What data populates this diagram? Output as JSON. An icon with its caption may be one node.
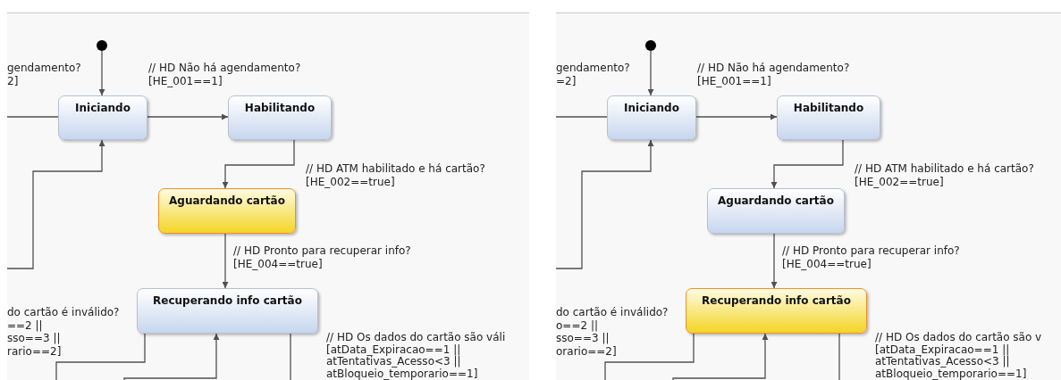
{
  "diagram": {
    "nodes": [
      {
        "text": [],
        "shape": "box"
      },
      {
        "text": [],
        "shape": "circle",
        "in": 0
      },
      {
        "text": [
          "Iniciando"
        ],
        "in": 0
      },
      {
        "text": [
          "Habilitando"
        ],
        "in": 0
      },
      {
        "text": [
          "Aguardando cartão"
        ],
        "in": 0
      },
      {
        "text": [
          "Recuperando info cartão"
        ],
        "in": 0
      },
      {
        "text": [],
        "shape": "box"
      },
      {
        "text": [],
        "shape": "circle",
        "in": 6
      },
      {
        "text": [
          "Iniciando"
        ],
        "in": 6
      },
      {
        "text": [
          "Habilitando"
        ],
        "in": 6
      },
      {
        "text": [
          "Aguardando cartão"
        ],
        "in": 6
      },
      {
        "text": [
          "Recuperando info cartão"
        ],
        "in": 6
      }
    ],
    "edges": [
      {
        "from": 1,
        "to": 2,
        "arrow": "to"
      },
      {
        "from": 2,
        "to": 3,
        "arrow": "to",
        "label": "// HD Não há agendamento? [HE_001==1]"
      },
      {
        "from": 3,
        "to": 4,
        "arrow": "to",
        "label": "// HD ATM habilitado e há cartão? [HE_002==true]"
      },
      {
        "from": 4,
        "to": 5,
        "arrow": "to",
        "label": "// HD Pronto para recuperar info? [HE_004==true]"
      },
      {
        "from": 2,
        "to": null,
        "arrow": "none",
        "label": "gendamento? 2]"
      },
      {
        "from": null,
        "to": 2,
        "arrow": "to"
      },
      {
        "from": 5,
        "to": null,
        "arrow": "none",
        "label": "do cartão é inválido? ==2 || sso==3 || rario==2]"
      },
      {
        "from": null,
        "to": 5,
        "arrow": "to"
      },
      {
        "from": 5,
        "to": null,
        "arrow": "none",
        "label": "// HD Os dados do cartão são váli [atData_Expiracao==1 || atTentativas_Acesso<3 || atBloqueio_temporario==1]"
      },
      {
        "from": 7,
        "to": 8,
        "arrow": "to"
      },
      {
        "from": 8,
        "to": 9,
        "arrow": "to",
        "label": "// HD Não há agendamento? [HE_001==1]"
      },
      {
        "from": 9,
        "to": 10,
        "arrow": "to",
        "label": "// HD ATM habilitado e há cartão? [HE_002==true]"
      },
      {
        "from": 10,
        "to": 11,
        "arrow": "to",
        "label": "// HD Pronto para recuperar info? [HE_004==true]"
      },
      {
        "from": 8,
        "to": null,
        "arrow": "none",
        "label": "gendamento? =2]"
      },
      {
        "from": null,
        "to": 8,
        "arrow": "to"
      },
      {
        "from": 11,
        "to": null,
        "arrow": "none",
        "label": "do cartão é inválido? o==2 || sso==3 || orario==2]"
      },
      {
        "from": null,
        "to": 11,
        "arrow": "to"
      },
      {
        "from": 11,
        "to": null,
        "arrow": "none",
        "label": "// HD Os dados do cartão são v [atData_Expiracao==1 || atTentativas_Acesso<3 || atBloqueio_temporario==1]"
      }
    ]
  }
}
